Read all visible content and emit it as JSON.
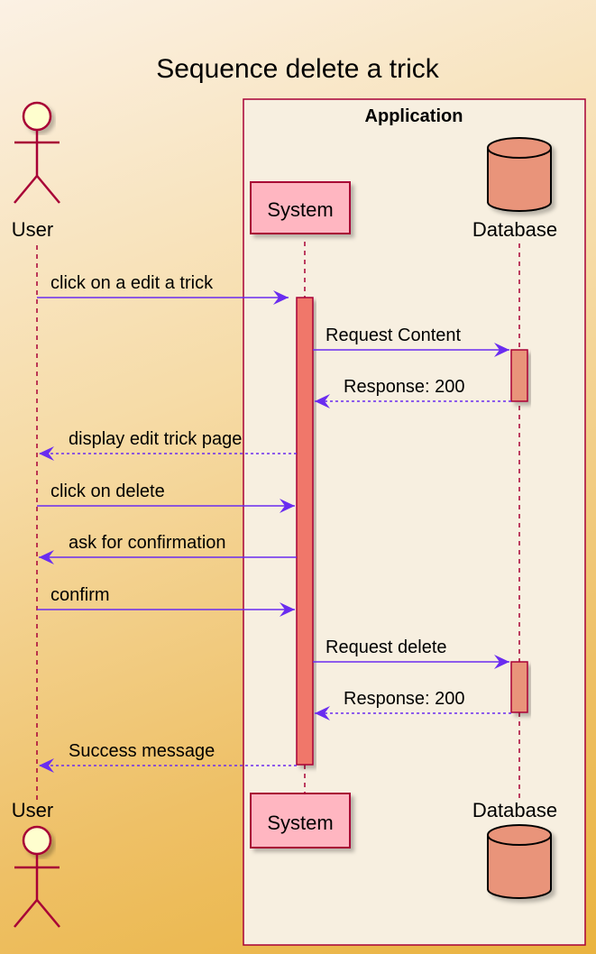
{
  "title": "Sequence delete a trick",
  "box": {
    "title": "Application",
    "color": "#f7efe0",
    "border": "#a80036"
  },
  "participants": [
    {
      "id": "user",
      "label": "User",
      "kind": "actor",
      "fill": "#fefece",
      "stroke": "#a80036"
    },
    {
      "id": "system",
      "label": "System",
      "kind": "participant",
      "fill": "#ffb6c1",
      "stroke": "#a80036"
    },
    {
      "id": "database",
      "label": "Database",
      "kind": "database",
      "fill": "#e9947a",
      "stroke": "#000000"
    }
  ],
  "messages": [
    {
      "from": "user",
      "to": "system",
      "label": "click on a edit a trick",
      "style": "solid"
    },
    {
      "from": "system",
      "to": "database",
      "label": "Request Content",
      "style": "solid"
    },
    {
      "from": "database",
      "to": "system",
      "label": "Response: 200",
      "style": "dashed"
    },
    {
      "from": "system",
      "to": "user",
      "label": "display edit trick page",
      "style": "dashed"
    },
    {
      "from": "user",
      "to": "system",
      "label": "click on delete",
      "style": "solid"
    },
    {
      "from": "system",
      "to": "user",
      "label": "ask for confirmation",
      "style": "solid"
    },
    {
      "from": "user",
      "to": "system",
      "label": "confirm",
      "style": "solid"
    },
    {
      "from": "system",
      "to": "database",
      "label": "Request delete",
      "style": "solid"
    },
    {
      "from": "database",
      "to": "system",
      "label": "Response: 200",
      "style": "dashed"
    },
    {
      "from": "system",
      "to": "user",
      "label": "Success message",
      "style": "dashed"
    }
  ],
  "activations": [
    {
      "participant": "system",
      "from_message": 0,
      "to_message": 9,
      "fill": "#f0776b"
    },
    {
      "participant": "database",
      "from_message": 1,
      "to_message": 2,
      "fill": "#e9947a"
    },
    {
      "participant": "database",
      "from_message": 7,
      "to_message": 8,
      "fill": "#e9947a"
    }
  ],
  "colors": {
    "arrow": "#6a2cf0",
    "lifeline": "#a80036"
  }
}
